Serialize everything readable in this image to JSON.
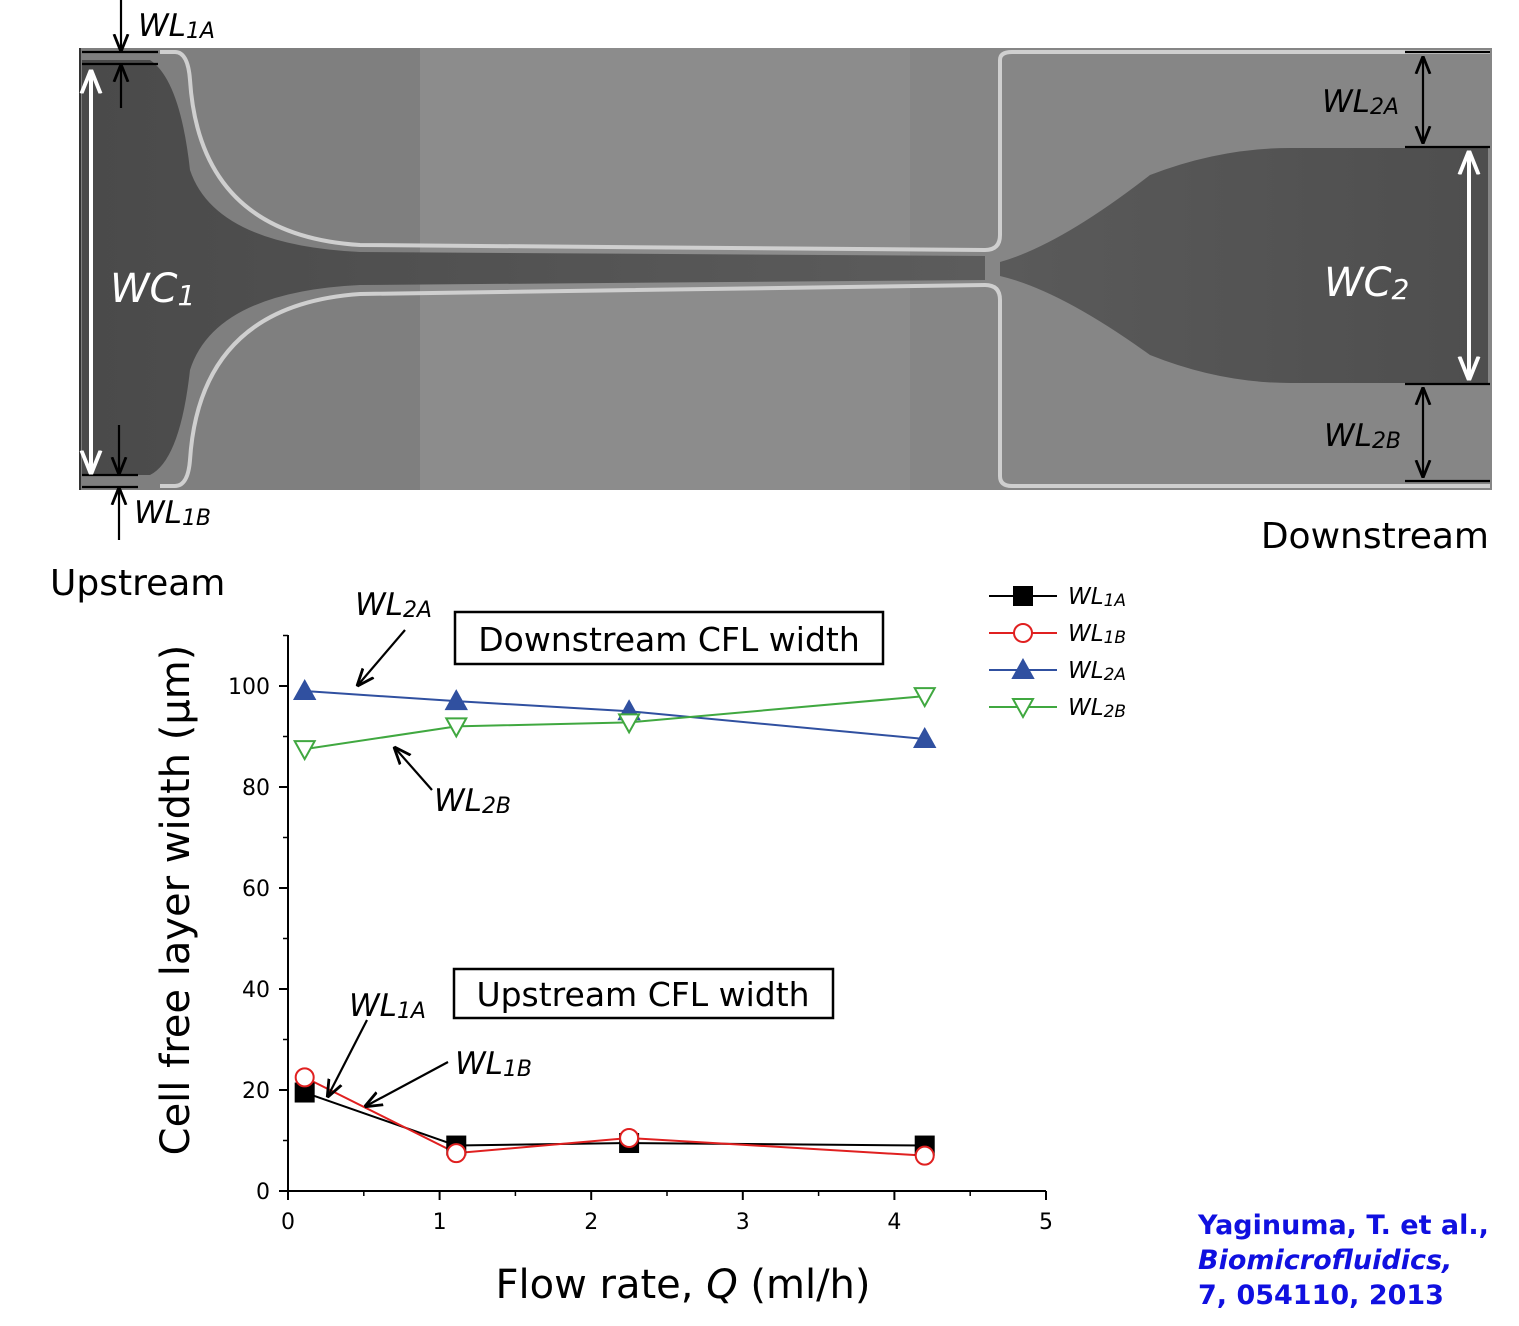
{
  "micrograph": {
    "upstream_label": "Upstream",
    "downstream_label": "Downstream",
    "dims": {
      "wl1a": {
        "main": "WL",
        "sub": "1A"
      },
      "wl1b": {
        "main": "WL",
        "sub": "1B"
      },
      "wc1": {
        "main": "WC",
        "sub": "1"
      },
      "wc2": {
        "main": "WC",
        "sub": "2"
      },
      "wl2a": {
        "main": "WL",
        "sub": "2A"
      },
      "wl2b": {
        "main": "WL",
        "sub": "2B"
      }
    }
  },
  "chart_data": {
    "type": "line",
    "xlabel": "Flow rate, Q (ml/h)",
    "xlabel_parts": {
      "pre": "Flow rate, ",
      "var": "Q",
      "post": " (ml/h)"
    },
    "ylabel": "Cell free layer width (µm)",
    "xlim": [
      0,
      5
    ],
    "ylim": [
      0,
      110
    ],
    "xticks": [
      0,
      1,
      2,
      3,
      4,
      5
    ],
    "yticks": [
      0,
      20,
      40,
      60,
      80,
      100
    ],
    "grid": false,
    "legend_position": "top-right",
    "series": [
      {
        "name": "WL1A",
        "name_main": "WL",
        "name_sub": "1A",
        "color": "#000000",
        "marker": "square-filled",
        "x": [
          0.11,
          1.11,
          2.25,
          4.2
        ],
        "y": [
          19.5,
          9.0,
          9.5,
          9.0
        ]
      },
      {
        "name": "WL1B",
        "name_main": "WL",
        "name_sub": "1B",
        "color": "#e02020",
        "marker": "circle-open",
        "x": [
          0.11,
          1.11,
          2.25,
          4.2
        ],
        "y": [
          22.5,
          7.5,
          10.5,
          7.0
        ]
      },
      {
        "name": "WL2A",
        "name_main": "WL",
        "name_sub": "2A",
        "color": "#3050a0",
        "marker": "triangle-up-filled",
        "x": [
          0.11,
          1.11,
          2.25,
          4.2
        ],
        "y": [
          99.0,
          97.0,
          95.0,
          89.5
        ]
      },
      {
        "name": "WL2B",
        "name_main": "WL",
        "name_sub": "2B",
        "color": "#40a840",
        "marker": "triangle-down-open",
        "x": [
          0.11,
          1.11,
          2.25,
          4.2
        ],
        "y": [
          87.5,
          92.0,
          92.8,
          98.0
        ]
      }
    ],
    "annotations": {
      "downstream_box": "Downstream CFL width",
      "upstream_box": "Upstream CFL width",
      "arrow_wl2a": {
        "main": "WL",
        "sub": "2A"
      },
      "arrow_wl2b": {
        "main": "WL",
        "sub": "2B"
      },
      "arrow_wl1a": {
        "main": "WL",
        "sub": "1A"
      },
      "arrow_wl1b": {
        "main": "WL",
        "sub": "1B"
      }
    }
  },
  "citation": {
    "line1": "Yaginuma, T. et al.,",
    "line2": "Biomicrofluidics,",
    "line3": "7, 054110, 2013"
  }
}
